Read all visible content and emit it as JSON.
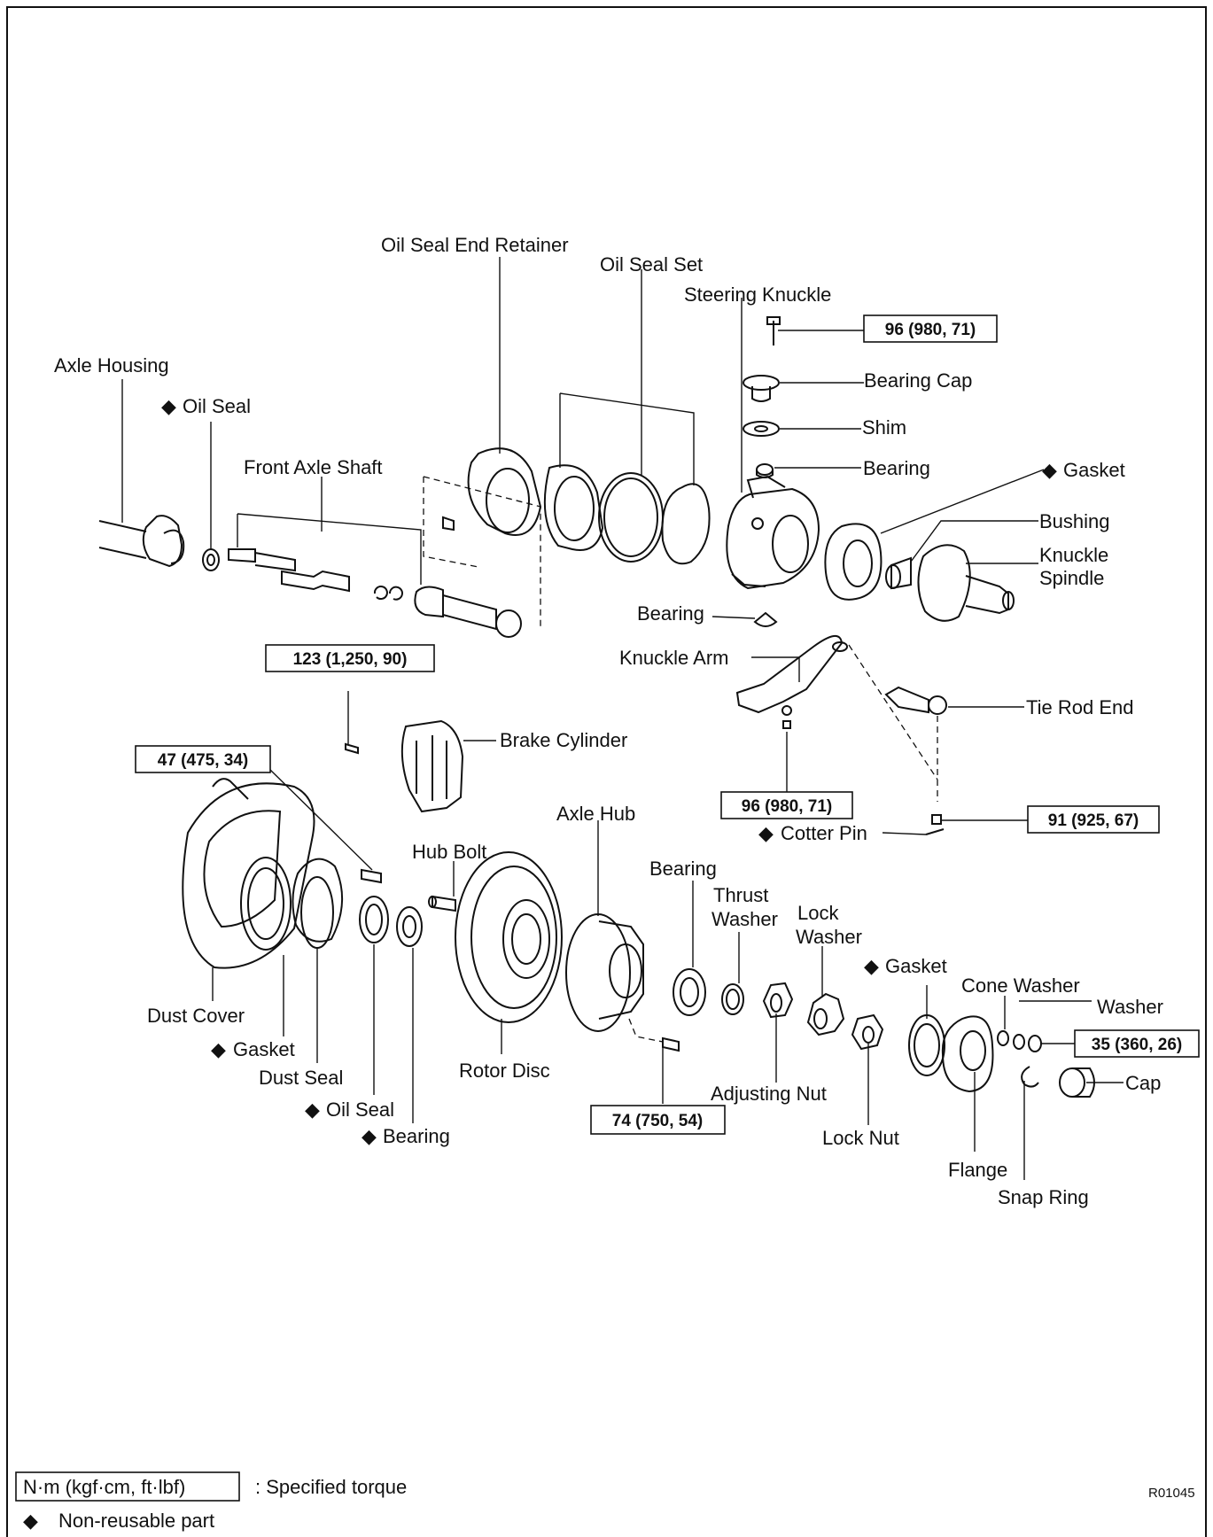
{
  "torque": {
    "t1": "96 (980, 71)",
    "t2": "123 (1,250, 90)",
    "t3": "47 (475, 34)",
    "t4": "96 (980, 71)",
    "t5": "91 (925, 67)",
    "t6": "35 (360, 26)",
    "t7": "74 (750, 54)"
  },
  "labels": {
    "oil_seal_end_retainer": "Oil Seal End Retainer",
    "oil_seal_set": "Oil Seal Set",
    "steering_knuckle": "Steering Knuckle",
    "axle_housing": "Axle Housing",
    "oil_seal_top": "Oil Seal",
    "front_axle_shaft": "Front Axle Shaft",
    "bearing_cap": "Bearing Cap",
    "shim": "Shim",
    "bearing_top": "Bearing",
    "gasket_top": "Gasket",
    "bushing": "Bushing",
    "knuckle_spindle_1": "Knuckle",
    "knuckle_spindle_2": "Spindle",
    "bearing_lower_knuckle": "Bearing",
    "knuckle_arm": "Knuckle Arm",
    "tie_rod_end": "Tie Rod End",
    "brake_cylinder": "Brake Cylinder",
    "cotter_pin": "Cotter Pin",
    "axle_hub": "Axle Hub",
    "hub_bolt": "Hub Bolt",
    "bearing_hub": "Bearing",
    "thrust_washer_1": "Thrust",
    "thrust_washer_2": "Washer",
    "lock_washer_1": "Lock",
    "lock_washer_2": "Washer",
    "gasket_flange": "Gasket",
    "cone_washer": "Cone Washer",
    "washer": "Washer",
    "dust_cover": "Dust Cover",
    "gasket_dust": "Gasket",
    "dust_seal": "Dust Seal",
    "oil_seal_hub": "Oil Seal",
    "bearing_outer": "Bearing",
    "rotor_disc": "Rotor Disc",
    "adjusting_nut": "Adjusting Nut",
    "lock_nut": "Lock Nut",
    "flange": "Flange",
    "snap_ring": "Snap Ring",
    "cap": "Cap"
  },
  "non_reusable_marker": "◆",
  "legend": {
    "torque_unit": "N·m (kgf·cm, ft·lbf)",
    "torque_desc": ": Specified torque",
    "nonreusable_symbol": "◆",
    "nonreusable_desc": "Non-reusable part"
  },
  "figure_code": "R01045"
}
